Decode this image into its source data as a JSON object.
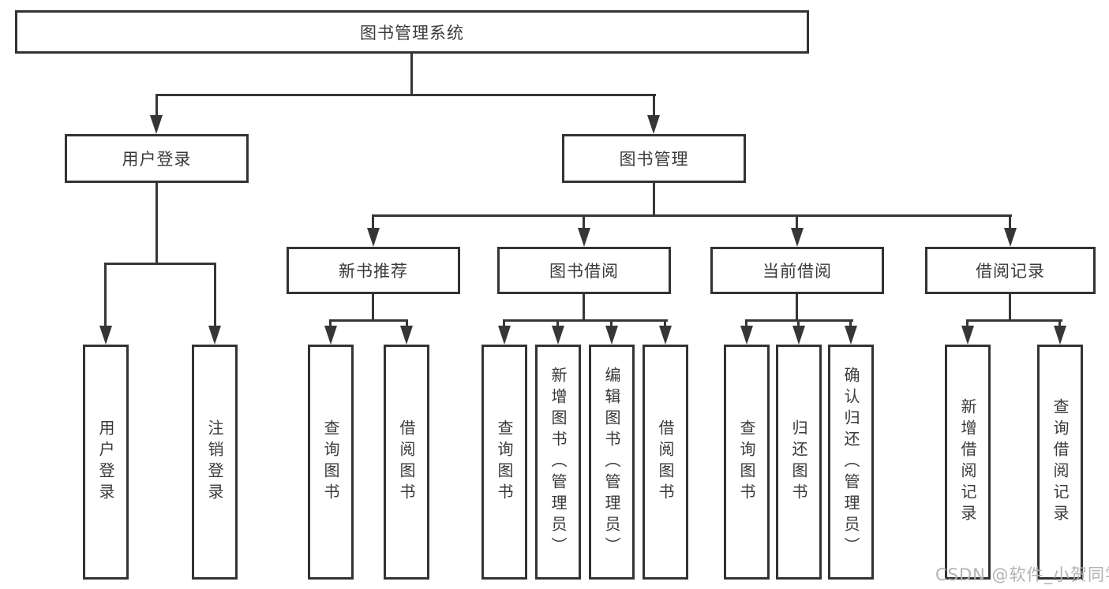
{
  "tree": {
    "root": {
      "label": "图书管理系统"
    },
    "children": [
      {
        "label": "用户登录",
        "children": [
          {
            "label": "用户登录"
          },
          {
            "label": "注销登录"
          }
        ]
      },
      {
        "label": "图书管理",
        "children": [
          {
            "label": "新书推荐",
            "children": [
              {
                "label": "查询图书"
              },
              {
                "label": "借阅图书"
              }
            ]
          },
          {
            "label": "图书借阅",
            "children": [
              {
                "label": "查询图书"
              },
              {
                "label": "新增图书（管理员）"
              },
              {
                "label": "编辑图书（管理员）"
              },
              {
                "label": "借阅图书"
              }
            ]
          },
          {
            "label": "当前借阅",
            "children": [
              {
                "label": "查询图书"
              },
              {
                "label": "归还图书"
              },
              {
                "label": "确认归还（管理员）"
              }
            ]
          },
          {
            "label": "借阅记录",
            "children": [
              {
                "label": "新增借阅记录"
              },
              {
                "label": "查询借阅记录"
              }
            ]
          }
        ]
      }
    ]
  },
  "watermark": {
    "text": "CSDN @软件_小贺同学"
  },
  "colors": {
    "line": "#363636",
    "border": "#333333",
    "text": "#3a3a3a",
    "watermark": "#b3b3b3"
  }
}
